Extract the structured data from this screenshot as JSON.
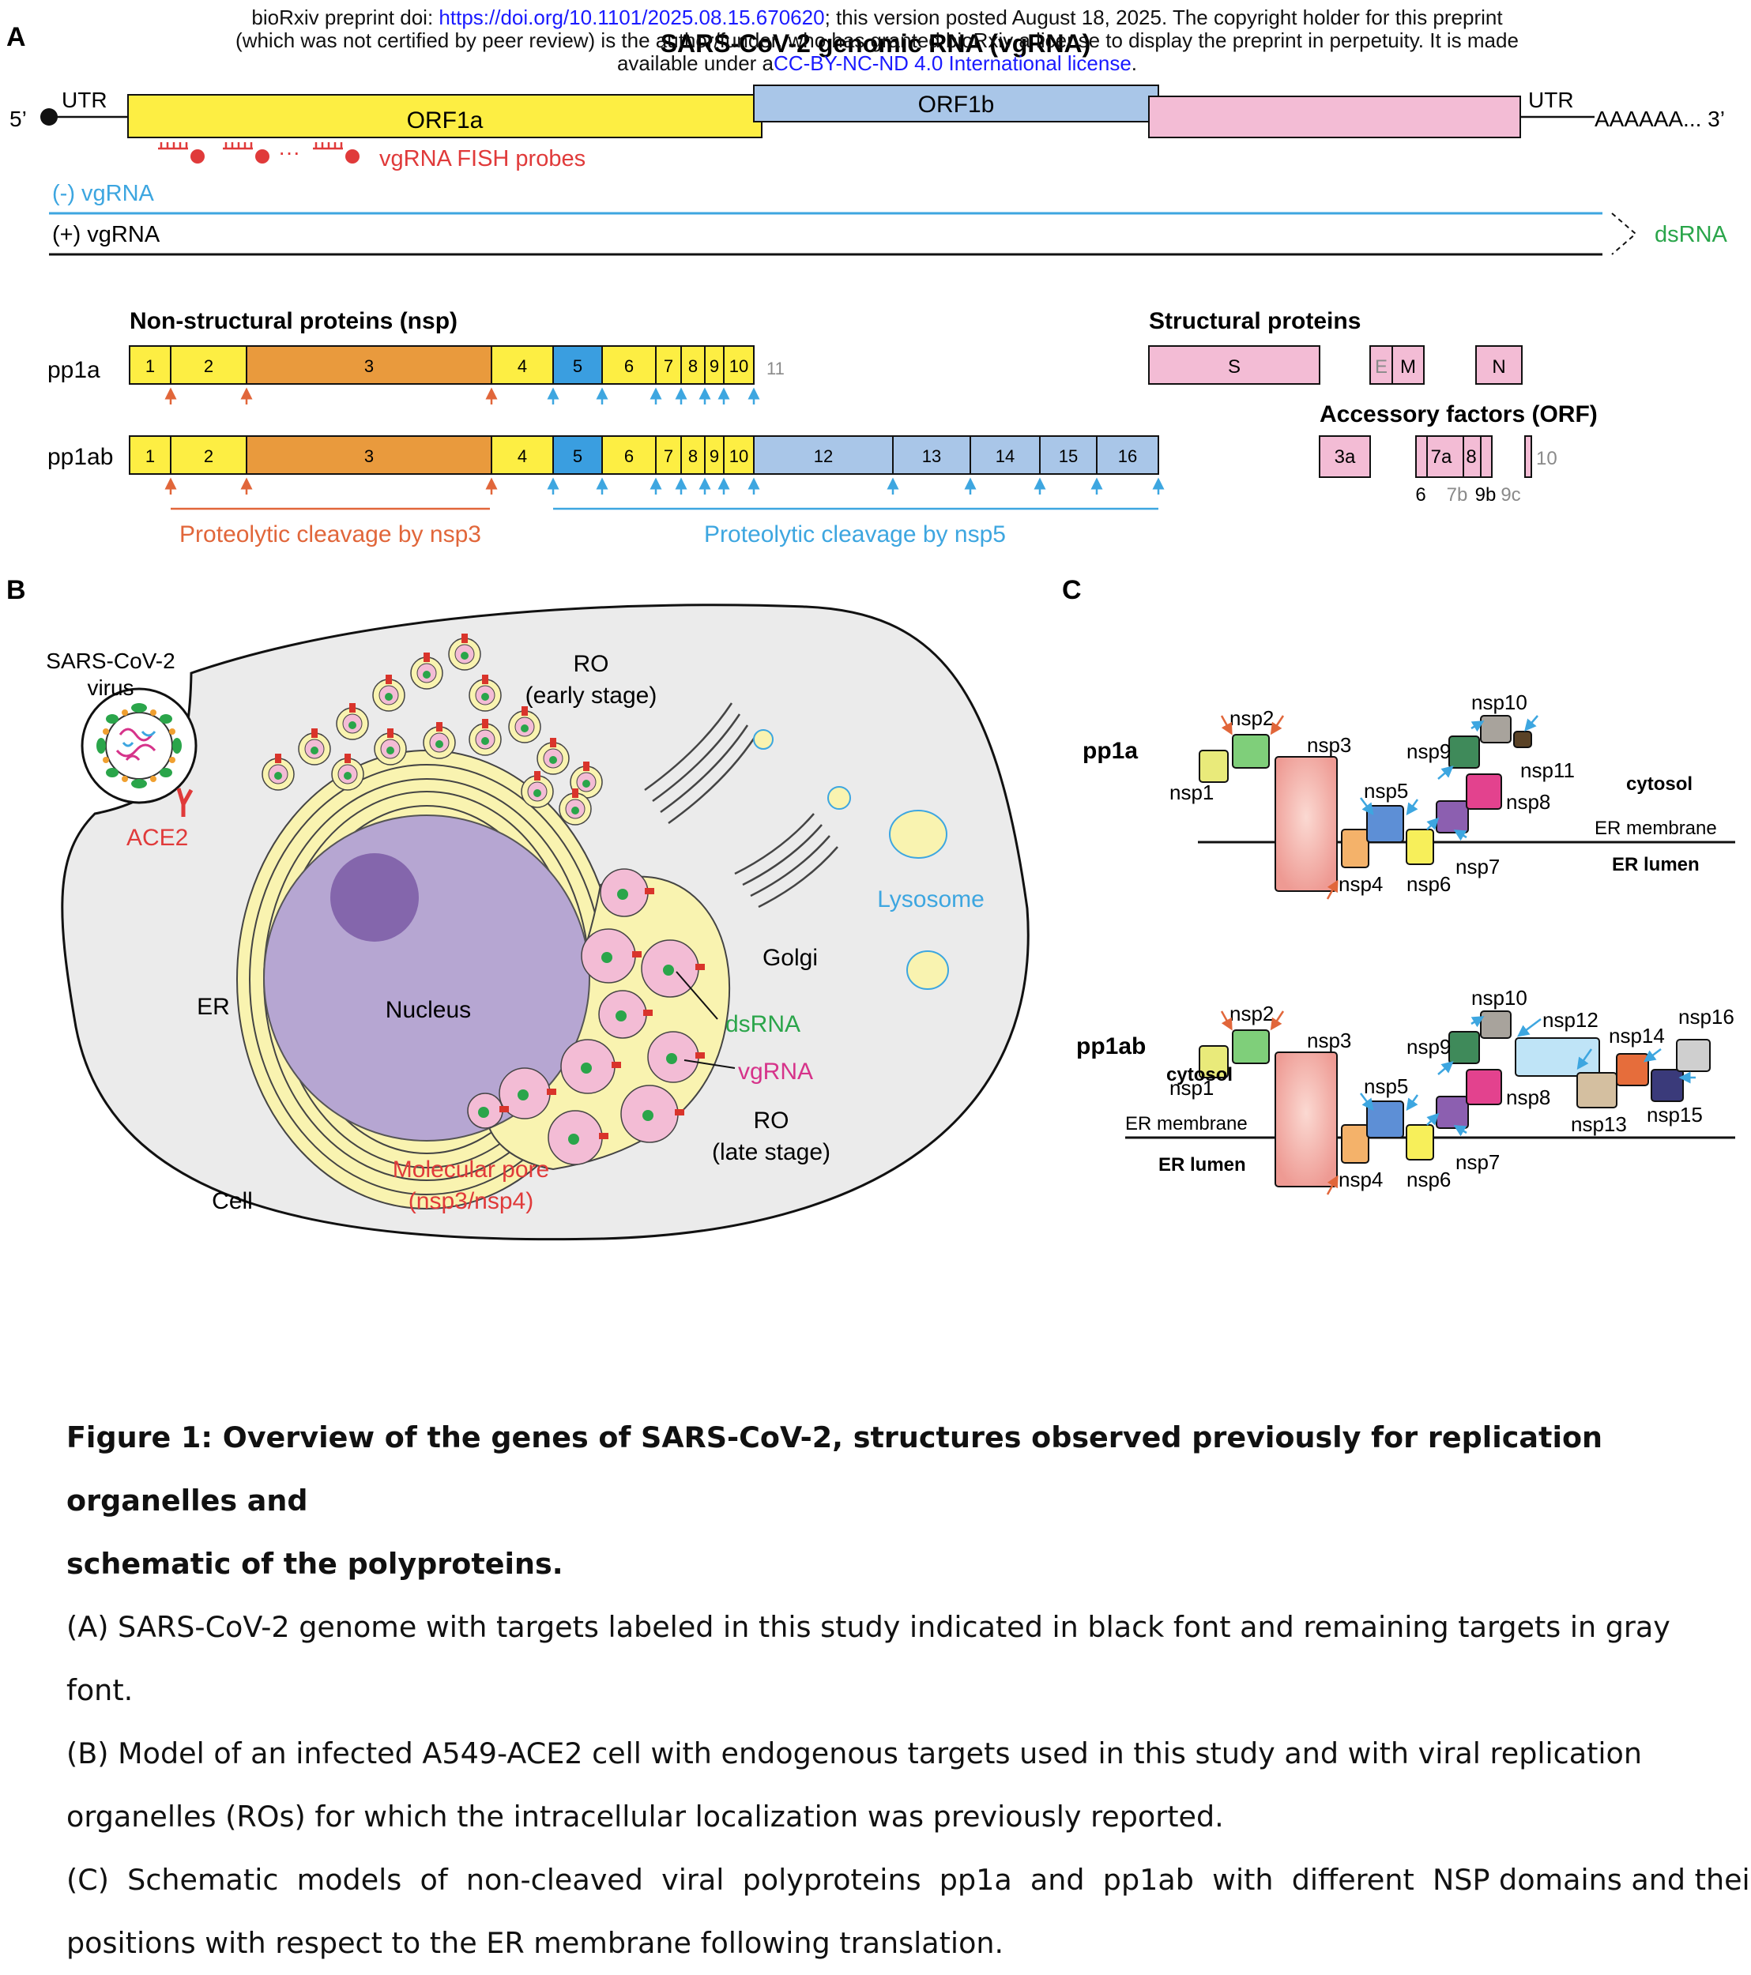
{
  "header": {
    "line1_prefix": "bioRxiv preprint doi: ",
    "doi": "https://doi.org/10.1101/2025.08.15.670620",
    "line1_suffix": "; this version posted August 18, 2025. The copyright holder for this preprint",
    "line2": "(which was not certified by peer review) is the author/funder, who has granted bioRxiv a license to display the preprint in perpetuity. It is made",
    "line3_prefix": "available under a",
    "license": "CC-BY-NC-ND 4.0 International license",
    "line3_suffix": "."
  },
  "panelA": {
    "letter": "A",
    "title": "SARS-CoV-2 genomic RNA (vgRNA)",
    "five_prime": "5’",
    "utr_left": "UTR",
    "utr_right": "UTR",
    "orf1a": "ORF1a",
    "orf1b": "ORF1b",
    "poly_a": "AAAAAA... 3’",
    "probes_dots": "···",
    "probes_label": "vgRNA FISH probes",
    "neg_vgrna": "(-) vgRNA",
    "pos_vgrna": "(+) vgRNA",
    "dsrna": "dsRNA",
    "nsp_heading": "Non-structural proteins (nsp)",
    "structural_heading": "Structural proteins",
    "accessory_heading": "Accessory factors (ORF)",
    "pp1a_label": "pp1a",
    "pp1ab_label": "pp1ab",
    "pp1a_segments": [
      "1",
      "2",
      "3",
      "4",
      "5",
      "6",
      "7",
      "8",
      "9",
      "10"
    ],
    "pp1a_tail": "11",
    "pp1ab_segments": [
      "1",
      "2",
      "3",
      "4",
      "5",
      "6",
      "7",
      "8",
      "9",
      "10",
      "12",
      "13",
      "14",
      "15",
      "16"
    ],
    "structural": [
      "S",
      "E",
      "M",
      "N"
    ],
    "accessory_boxes": [
      "3a",
      "7a",
      "8"
    ],
    "accessory_below": [
      "6",
      "7b",
      "9b",
      "9c"
    ],
    "accessory_tail": "10",
    "nsp3_cleavage": "Proteolytic cleavage by nsp3",
    "nsp5_cleavage": "Proteolytic cleavage by nsp5",
    "colors": {
      "yellow": "#fdee43",
      "orange": "#e99a3d",
      "blue5": "#3a9ee0",
      "orf1b": "#a9c6e8",
      "pink": "#f3bcd5",
      "nsp3_arrow": "#e1663a",
      "nsp5_arrow": "#3da6e0",
      "probe_red": "#e03a3a",
      "dsrna_green": "#2aa54a",
      "gray_text": "#8a8a8a"
    }
  },
  "panelB": {
    "letter": "B",
    "virus_line1": "SARS-CoV-2",
    "virus_line2": "virus",
    "ace2": "ACE2",
    "ro_early_line1": "RO",
    "ro_early_line2": "(early stage)",
    "er": "ER",
    "nucleus": "Nucleus",
    "golgi": "Golgi",
    "lysosome": "Lysosome",
    "dsrna": "dsRNA",
    "vgrna": "vgRNA",
    "ro_late_line1": "RO",
    "ro_late_line2": "(late stage)",
    "pore_line1": "Molecular pore",
    "pore_line2": "(nsp3/nsp4)",
    "cell": "Cell"
  },
  "panelC": {
    "letter": "C",
    "top": {
      "title": "pp1a",
      "labels": [
        "nsp1",
        "nsp2",
        "nsp3",
        "nsp4",
        "nsp5",
        "nsp6",
        "nsp7",
        "nsp8",
        "nsp9",
        "nsp10",
        "nsp11"
      ],
      "cytosol": "cytosol",
      "er_membrane": "ER membrane",
      "er_lumen": "ER lumen"
    },
    "bottom": {
      "title": "pp1ab",
      "labels": [
        "nsp1",
        "nsp2",
        "nsp3",
        "nsp4",
        "nsp5",
        "nsp6",
        "nsp7",
        "nsp8",
        "nsp9",
        "nsp10",
        "nsp12",
        "nsp13",
        "nsp14",
        "nsp15",
        "nsp16"
      ],
      "cytosol": "cytosol",
      "er_membrane": "ER membrane",
      "er_lumen": "ER lumen"
    }
  },
  "caption": {
    "title_line1": "Figure 1: Overview of the genes of SARS-CoV-2, structures observed previously for replication organelles and",
    "title_line2": "schematic of the polyproteins.",
    "a": "(A) SARS-CoV-2 genome with targets labeled in this study indicated in black font and remaining targets in gray font.",
    "b_line1": "(B) Model of an infected A549-ACE2 cell with endogenous targets used in this study and with viral replication",
    "b_line2": "organelles (ROs) for which the intracellular localization was previously reported.",
    "c_line1": "(C)  Schematic  models  of  non-cleaved  viral  polyproteins  pp1a  and  pp1ab  with  different  NSP domains and their",
    "c_line2": "positions with respect to the ER membrane following translation."
  }
}
